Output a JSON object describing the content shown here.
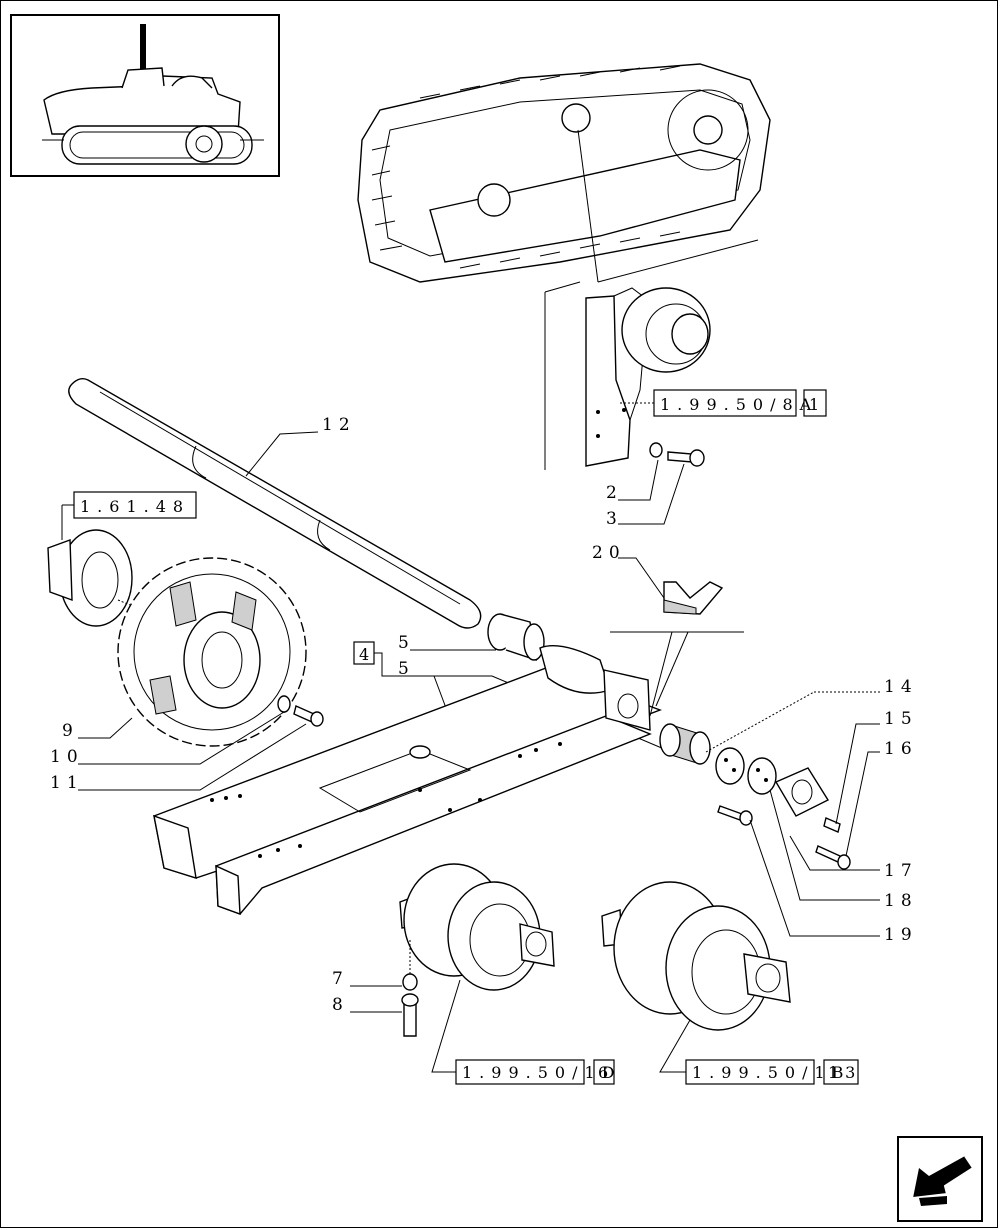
{
  "references": {
    "top_right_ref": "1.99.50/8A",
    "top_right_item": "1",
    "left_ref": "1.61.48",
    "bottom_left_ref": "1.99.50/1D",
    "bottom_left_item": "6",
    "bottom_right_ref": "1.99.50/1B",
    "bottom_right_item": "13",
    "group_item": "4"
  },
  "callouts": {
    "c2": "2",
    "c3": "3",
    "c5a": "5",
    "c5b": "5",
    "c7": "7",
    "c8": "8",
    "c9": "9",
    "c10": "10",
    "c11": "11",
    "c12": "12",
    "c14": "14",
    "c15": "15",
    "c16": "16",
    "c17": "17",
    "c18": "18",
    "c19": "19",
    "c20": "20"
  },
  "icons": {
    "thumbnail": "tractor-crawler-locator-icon",
    "nav": "next-page-arrow-icon"
  }
}
